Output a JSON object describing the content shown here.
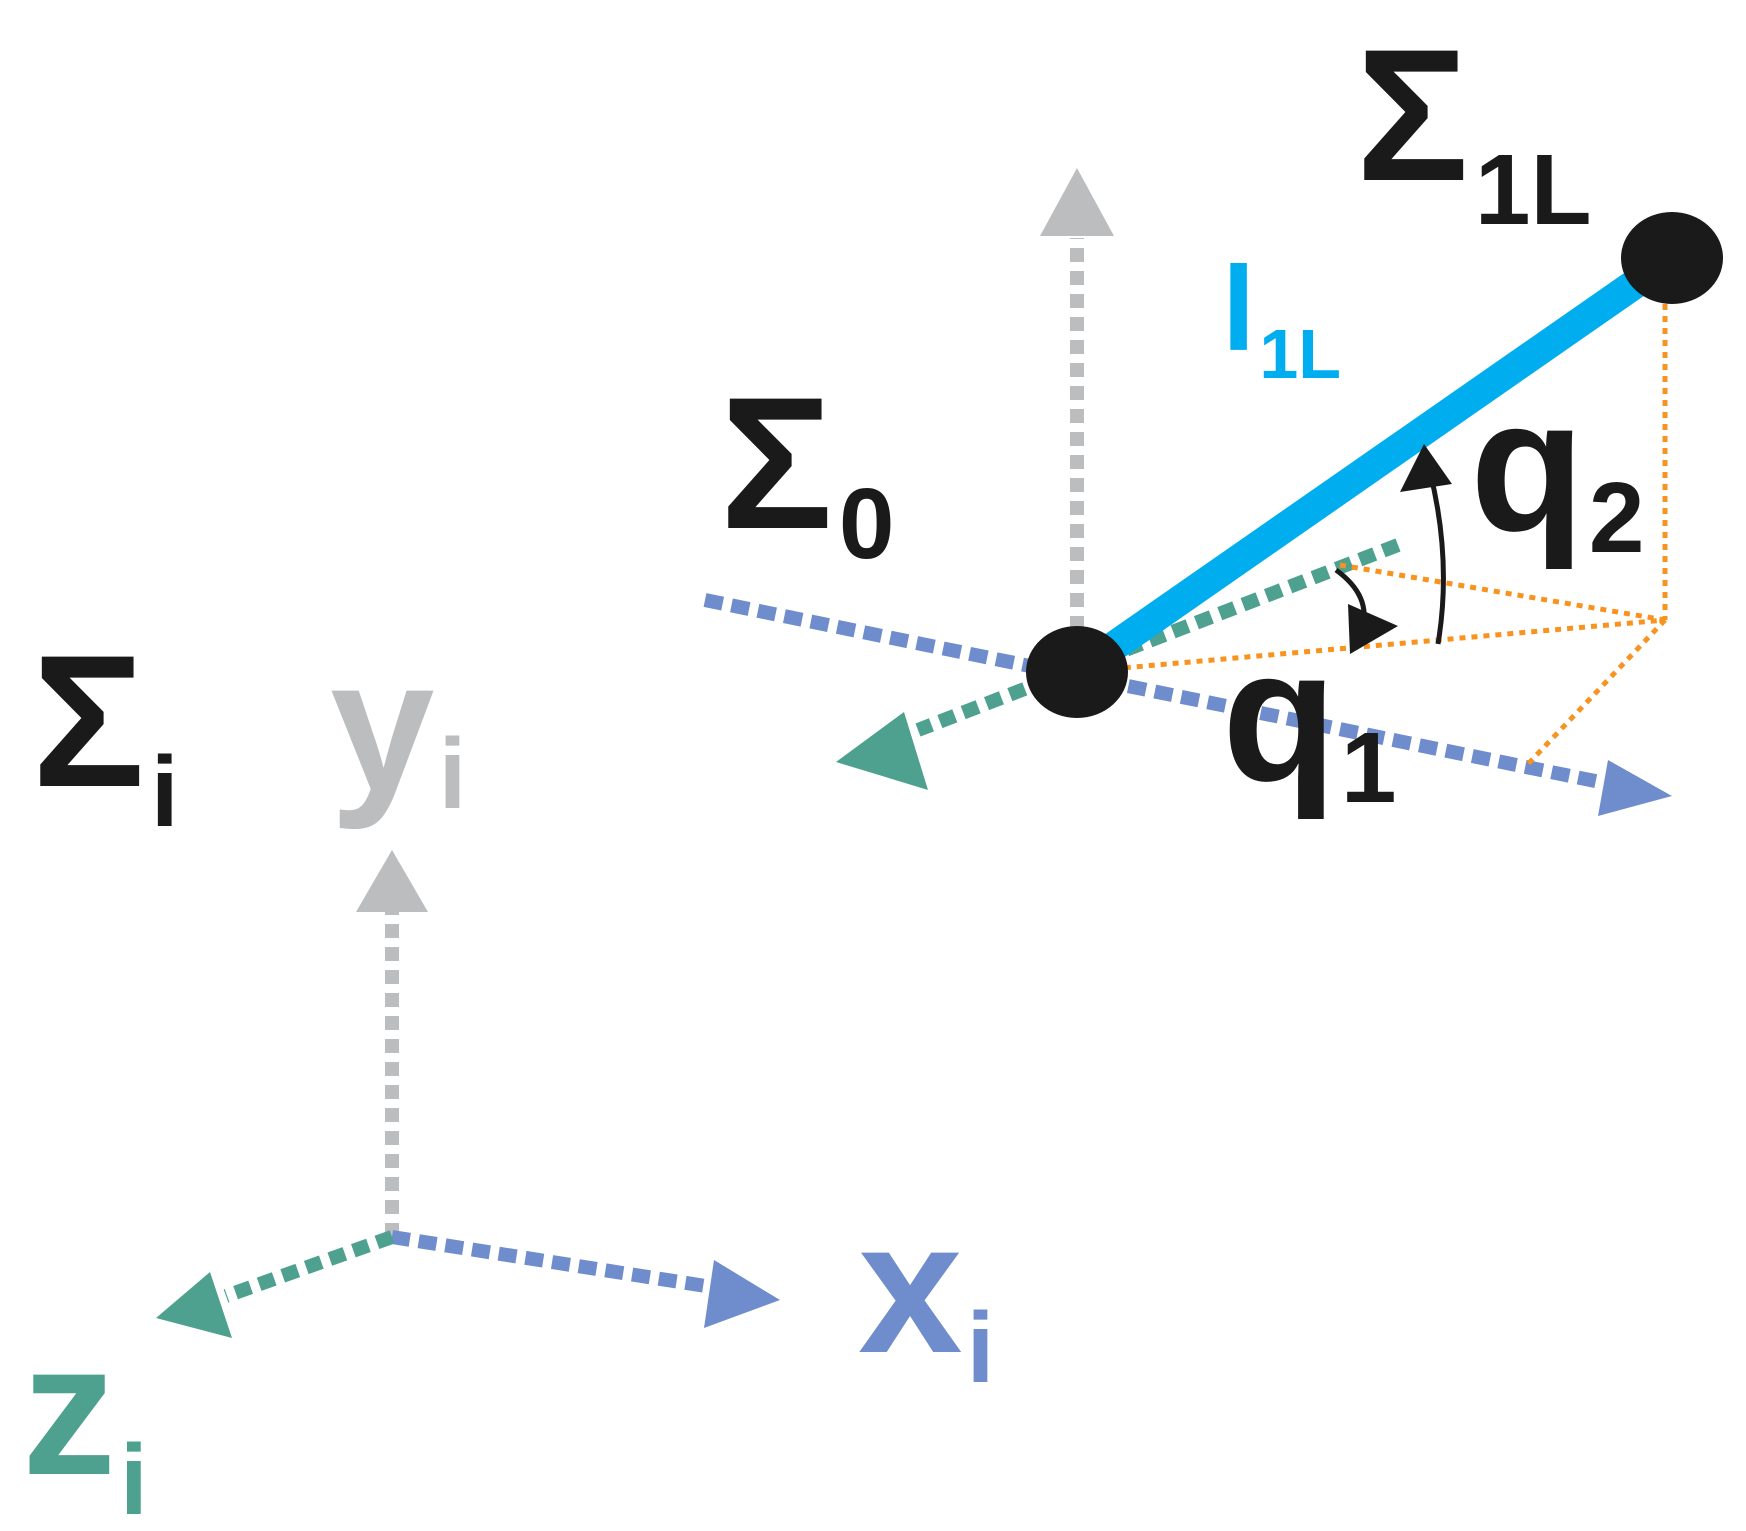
{
  "colors": {
    "x_axis": "#6f8dcc",
    "y_axis": "#bcbdbf",
    "z_axis": "#4ea18e",
    "link": "#00aeef",
    "projection": "#f7931e",
    "joint": "#1a1a1a",
    "text": "#1a1a1a"
  },
  "labels": {
    "sigma_i": {
      "main": "Σ",
      "sub": "i"
    },
    "y_i": {
      "main": "y",
      "sub": "i"
    },
    "x_i": {
      "main": "x",
      "sub": "i"
    },
    "z_i": {
      "main": "z",
      "sub": "i"
    },
    "sigma_0": {
      "main": "Σ",
      "sub": "0"
    },
    "sigma_1L": {
      "main": "Σ",
      "sub": "1L"
    },
    "l_1L": {
      "main": "l",
      "sub": "1L"
    },
    "q1": {
      "main": "q",
      "sub": "1"
    },
    "q2": {
      "main": "q",
      "sub": "2"
    }
  }
}
